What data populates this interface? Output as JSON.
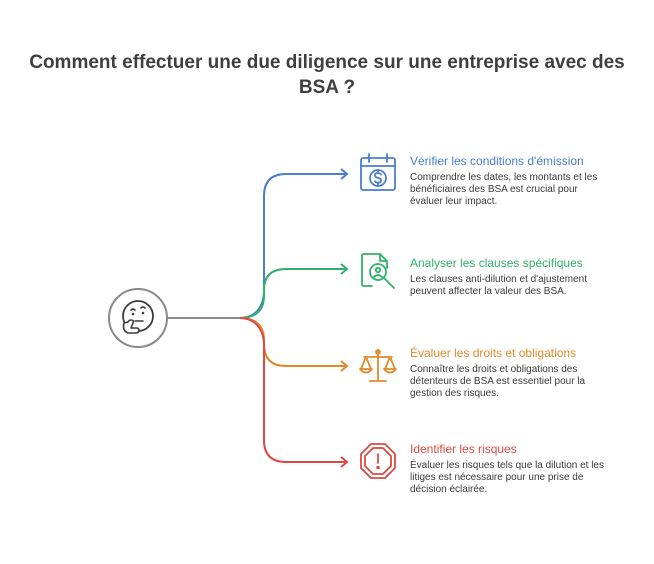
{
  "title": "Comment effectuer une due diligence sur une entreprise avec des BSA ?",
  "center_icon": "thinking-face-icon",
  "branches": [
    {
      "icon": "calendar-dollar-icon",
      "color": "#4a7ed0",
      "heading": "Vérifier les conditions d'émission",
      "description": "Comprendre les dates, les montants et les bénéficiaires des BSA est crucial pour évaluer leur impact."
    },
    {
      "icon": "document-search-icon",
      "color": "#2fb36a",
      "heading": "Analyser les clauses spécifiques",
      "description": "Les clauses anti-dilution et d'ajustement peuvent affecter la valeur des BSA."
    },
    {
      "icon": "balance-scale-icon",
      "color": "#e08a2c",
      "heading": "Évaluer les droits et obligations",
      "description": "Connaître les droits et obligations des détenteurs de BSA est essentiel pour la gestion des risques."
    },
    {
      "icon": "warning-octagon-icon",
      "color": "#dc4a43",
      "heading": "Identifier les risques",
      "description": "Évaluer les risques tels que la dilution et les litiges est nécessaire pour une prise de décision éclairée."
    }
  ]
}
